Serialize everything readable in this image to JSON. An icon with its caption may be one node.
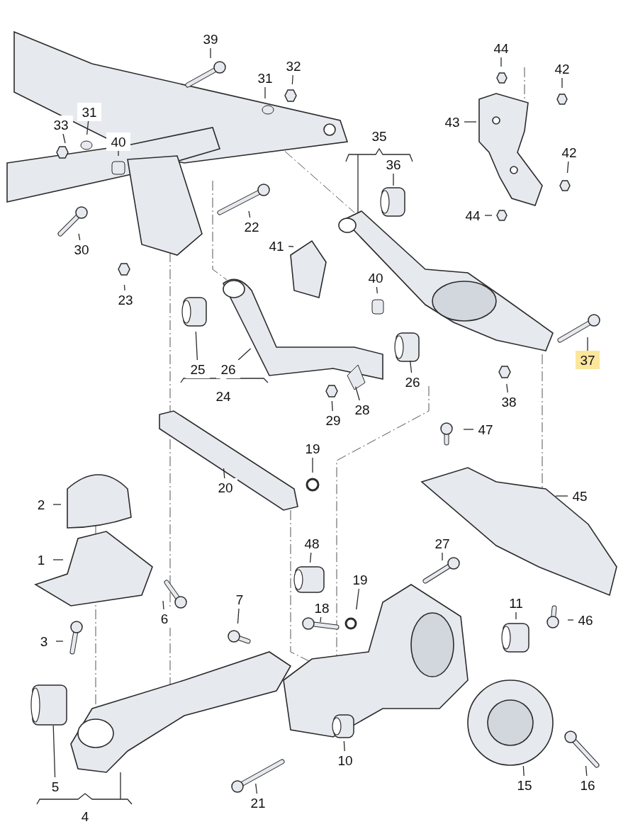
{
  "diagram": {
    "nodes": [
      {
        "text": [
          "39"
        ]
      },
      {
        "text": [
          "32"
        ]
      },
      {
        "text": [
          "31"
        ]
      },
      {
        "text": [
          "44"
        ]
      },
      {
        "text": [
          "42"
        ]
      },
      {
        "text": [
          "43"
        ]
      },
      {
        "text": [
          "33"
        ]
      },
      {
        "text": [
          "31"
        ]
      },
      {
        "text": [
          "35"
        ]
      },
      {
        "text": [
          "40"
        ]
      },
      {
        "text": [
          "36"
        ]
      },
      {
        "text": [
          "42"
        ]
      },
      {
        "text": [
          "44"
        ]
      },
      {
        "text": [
          "22"
        ]
      },
      {
        "text": [
          "30"
        ]
      },
      {
        "text": [
          "41"
        ]
      },
      {
        "text": [
          "23"
        ]
      },
      {
        "text": [
          "40"
        ]
      },
      {
        "text": [
          "37"
        ]
      },
      {
        "text": [
          "25"
        ]
      },
      {
        "text": [
          "26"
        ]
      },
      {
        "text": [
          "24"
        ]
      },
      {
        "text": [
          "26"
        ]
      },
      {
        "text": [
          "29"
        ]
      },
      {
        "text": [
          "28"
        ]
      },
      {
        "text": [
          "38"
        ]
      },
      {
        "text": [
          "47"
        ]
      },
      {
        "text": [
          "19"
        ]
      },
      {
        "text": [
          "20"
        ]
      },
      {
        "text": [
          "2"
        ]
      },
      {
        "text": [
          "45"
        ]
      },
      {
        "text": [
          "48"
        ]
      },
      {
        "text": [
          "27"
        ]
      },
      {
        "text": [
          "1"
        ]
      },
      {
        "text": [
          "19"
        ]
      },
      {
        "text": [
          "18"
        ]
      },
      {
        "text": [
          "7"
        ]
      },
      {
        "text": [
          "11"
        ]
      },
      {
        "text": [
          "6"
        ]
      },
      {
        "text": [
          "46"
        ]
      },
      {
        "text": [
          "3"
        ]
      },
      {
        "text": [
          "10"
        ]
      },
      {
        "text": [
          "5"
        ]
      },
      {
        "text": [
          "15"
        ]
      },
      {
        "text": [
          "16"
        ]
      },
      {
        "text": [
          "21"
        ]
      },
      {
        "text": [
          "4"
        ]
      }
    ],
    "edges": [
      {
        "from": 0,
        "to": null,
        "arrow": "none"
      },
      {
        "from": 1,
        "to": null,
        "arrow": "none"
      },
      {
        "from": 2,
        "to": null,
        "arrow": "none"
      },
      {
        "from": 3,
        "to": null,
        "arrow": "none"
      },
      {
        "from": 4,
        "to": null,
        "arrow": "none"
      },
      {
        "from": 5,
        "to": null,
        "arrow": "none"
      },
      {
        "from": 6,
        "to": null,
        "arrow": "none"
      },
      {
        "from": 7,
        "to": null,
        "arrow": "none"
      },
      {
        "from": 9,
        "to": null,
        "arrow": "none"
      },
      {
        "from": 10,
        "to": null,
        "arrow": "none"
      },
      {
        "from": 11,
        "to": null,
        "arrow": "none"
      },
      {
        "from": 12,
        "to": null,
        "arrow": "none"
      },
      {
        "from": 13,
        "to": null,
        "arrow": "none"
      },
      {
        "from": 14,
        "to": null,
        "arrow": "none"
      },
      {
        "from": 15,
        "to": null,
        "arrow": "none"
      },
      {
        "from": 16,
        "to": null,
        "arrow": "none"
      },
      {
        "from": 17,
        "to": null,
        "arrow": "none"
      },
      {
        "from": 18,
        "to": null,
        "arrow": "none"
      },
      {
        "from": 19,
        "to": null,
        "arrow": "none"
      },
      {
        "from": 20,
        "to": null,
        "arrow": "none"
      },
      {
        "from": 22,
        "to": null,
        "arrow": "none"
      },
      {
        "from": 23,
        "to": null,
        "arrow": "none"
      },
      {
        "from": 24,
        "to": null,
        "arrow": "none"
      },
      {
        "from": 25,
        "to": null,
        "arrow": "none"
      },
      {
        "from": 26,
        "to": null,
        "arrow": "none"
      },
      {
        "from": 27,
        "to": null,
        "arrow": "none"
      },
      {
        "from": 28,
        "to": null,
        "arrow": "none"
      },
      {
        "from": 29,
        "to": null,
        "arrow": "none"
      },
      {
        "from": 30,
        "to": null,
        "arrow": "none"
      },
      {
        "from": 31,
        "to": null,
        "arrow": "none"
      },
      {
        "from": 32,
        "to": null,
        "arrow": "none"
      },
      {
        "from": 33,
        "to": null,
        "arrow": "none"
      },
      {
        "from": 34,
        "to": null,
        "arrow": "none"
      },
      {
        "from": 35,
        "to": null,
        "arrow": "none"
      },
      {
        "from": 36,
        "to": null,
        "arrow": "none"
      },
      {
        "from": 37,
        "to": null,
        "arrow": "none"
      },
      {
        "from": 38,
        "to": null,
        "arrow": "none"
      },
      {
        "from": 39,
        "to": null,
        "arrow": "none"
      },
      {
        "from": 40,
        "to": null,
        "arrow": "none"
      },
      {
        "from": 41,
        "to": null,
        "arrow": "none"
      },
      {
        "from": 42,
        "to": null,
        "arrow": "none"
      },
      {
        "from": 43,
        "to": null,
        "arrow": "none"
      },
      {
        "from": 44,
        "to": null,
        "arrow": "none"
      },
      {
        "from": 45,
        "to": null,
        "arrow": "none"
      }
    ]
  }
}
